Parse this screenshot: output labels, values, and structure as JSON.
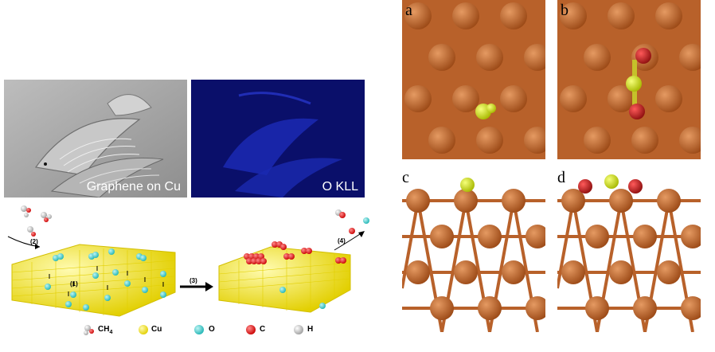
{
  "micrographs": {
    "left_label": "Graphene on Cu",
    "right_label": "O KLL"
  },
  "schematic": {
    "steps": [
      "(1)",
      "(2)",
      "(3)",
      "(4)"
    ],
    "legend": [
      {
        "label": "CH",
        "subscript": "4",
        "color": "#8a8a8a"
      },
      {
        "label": "Cu",
        "color": "#f2e300"
      },
      {
        "label": "O",
        "color": "#34c7c7"
      },
      {
        "label": "C",
        "color": "#e11212"
      },
      {
        "label": "H",
        "color": "#c4c8d8"
      }
    ]
  },
  "panels": [
    {
      "letter": "a"
    },
    {
      "letter": "b"
    },
    {
      "letter": "c"
    },
    {
      "letter": "d"
    }
  ],
  "colors": {
    "copper": "#b8612a",
    "oxygen": "#c7dc23",
    "carbon": "#b11a1a",
    "sem_gray": "#a9a9a9",
    "map_blue": "#0a0f6a"
  }
}
